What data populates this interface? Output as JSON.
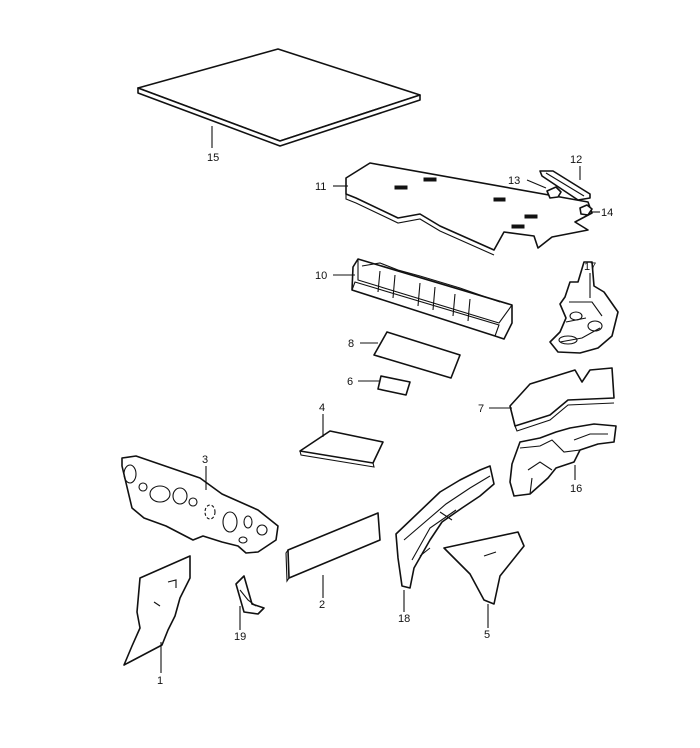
{
  "diagram": {
    "colors": {
      "line": "#111111",
      "fill": "#ffffff"
    },
    "callouts": [
      "1",
      "2",
      "3",
      "4",
      "5",
      "6",
      "7",
      "8",
      "10",
      "11",
      "12",
      "13",
      "14",
      "15",
      "16",
      "17",
      "18",
      "19"
    ]
  }
}
